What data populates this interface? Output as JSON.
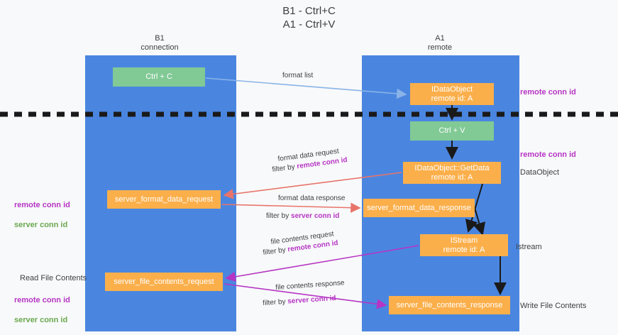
{
  "title": "B1 - Ctrl+C\nA1 - Ctrl+V",
  "columns": {
    "left": "B1\nconnection",
    "right": "A1\nremote"
  },
  "nodes": {
    "ctrl_c": "Ctrl + C",
    "idataobject_top": "IDataObject\nremote id: A",
    "ctrl_v": "Ctrl + V",
    "getdata": "IDataObject::GetData\nremote id: A",
    "server_format_data_request": "server_format_data_request",
    "server_format_data_response": "server_format_data_response",
    "istream": "IStream\nremote id: A",
    "server_file_contents_request": "server_file_contents_request",
    "server_file_contents_response": "server_file_contents_response"
  },
  "edges": {
    "format_list": "format list",
    "format_data_request": "format data request",
    "filter_by": "filter by ",
    "remote_conn_id": "remote conn id",
    "server_conn_id": "server conn id",
    "format_data_response": "format data response",
    "file_contents_request": "file contents request",
    "file_contents_response": "file contents response"
  },
  "annotations": {
    "right_remote_conn_id_top": "remote conn id",
    "right_remote_conn_id_mid": "remote conn id",
    "right_dataobject": "DataObject",
    "right_istream": "Istream",
    "right_write_file_contents": "Write File Contents",
    "left_conn_ids_mid": "remote conn id\nserver conn id",
    "left_read_file_contents": "Read File Contents",
    "left_conn_ids_bottom": "remote conn id\nserver conn id"
  },
  "colors": {
    "lane": "#4a86e0",
    "node_green": "#81c995",
    "node_orange": "#fbaf4b",
    "purple": "#b635c4",
    "green_text": "#6aa84f",
    "arrow_blue": "#8ab4e8",
    "arrow_red": "#e8746b",
    "arrow_purple": "#b635c4",
    "arrow_black": "#1a1a1a",
    "background": "#f8f9fa"
  }
}
